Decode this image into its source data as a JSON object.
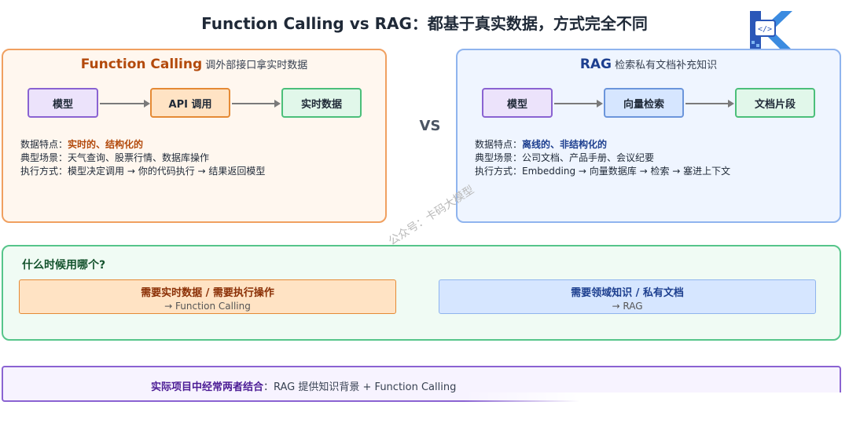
{
  "title": "Function Calling vs RAG：都基于真实数据，方式完全不同",
  "vs_label": "VS",
  "watermark": "公众号：卡码大模型",
  "function_calling": {
    "heading": "Function Calling",
    "subheading": "调外部接口拿实时数据",
    "flow": [
      "模型",
      "API 调用",
      "实时数据"
    ],
    "features_label": "数据特点：",
    "features_value": "实时的、结构化的",
    "scenarios_label": "典型场景：",
    "scenarios_value": "天气查询、股票行情、数据库操作",
    "execution_label": "执行方式：",
    "execution_value": "模型决定调用 → 你的代码执行 → 结果返回模型"
  },
  "rag": {
    "heading": "RAG",
    "subheading": "检索私有文档补充知识",
    "flow": [
      "模型",
      "向量检索",
      "文档片段"
    ],
    "features_label": "数据特点：",
    "features_value": "离线的、非结构化的",
    "scenarios_label": "典型场景：",
    "scenarios_value": "公司文档、产品手册、会议纪要",
    "execution_label": "执行方式：",
    "execution_value": "Embedding → 向量数据库 → 检索 → 塞进上下文"
  },
  "when": {
    "title": "什么时候用哪个?",
    "left_main": "需要实时数据 / 需要执行操作",
    "left_sub": "→ Function Calling",
    "right_main": "需要领域知识 / 私有文档",
    "right_sub": "→ RAG"
  },
  "combo": {
    "main": "实际项目中经常两者结合",
    "rest": "：RAG 提供知识背景 + Function Calling"
  },
  "colors": {
    "fc_accent": "#e58a35",
    "rag_accent": "#6b95db",
    "green_accent": "#56c58a",
    "purple_accent": "#8a63d2"
  }
}
